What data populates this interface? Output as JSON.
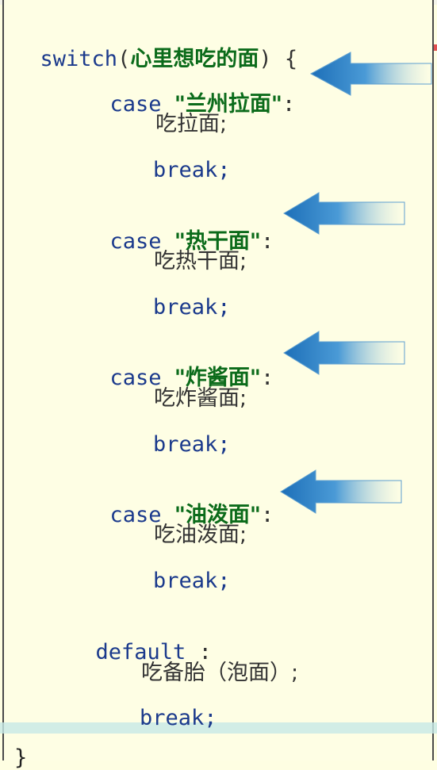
{
  "code": {
    "switch_kw": "switch",
    "switch_open": "(",
    "switch_var": "心里想吃的面",
    "switch_close": ") {",
    "cases": [
      {
        "case_kw": "case",
        "label": "\"兰州拉面\"",
        "colon": ":",
        "action": "吃拉面;",
        "break_kw": "break;"
      },
      {
        "case_kw": "case",
        "label": "\"热干面\"",
        "colon": ":",
        "action": "吃热干面;",
        "break_kw": "break;"
      },
      {
        "case_kw": "case",
        "label": "\"炸酱面\"",
        "colon": ":",
        "action": "吃炸酱面;",
        "break_kw": "break;"
      },
      {
        "case_kw": "case",
        "label": "\"油泼面\"",
        "colon": ":",
        "action": "吃油泼面;",
        "break_kw": "break;"
      }
    ],
    "default_kw": "default",
    "default_colon": ":",
    "default_action": "吃备胎（泡面）;",
    "default_break": "break;",
    "closing_brace": "}"
  },
  "colors": {
    "background": "#fefee4",
    "keyword": "#1b3a8c",
    "string": "#0b6b1a",
    "arrow": "#2a7fc4"
  },
  "icons": [
    "arrow-left-icon"
  ]
}
